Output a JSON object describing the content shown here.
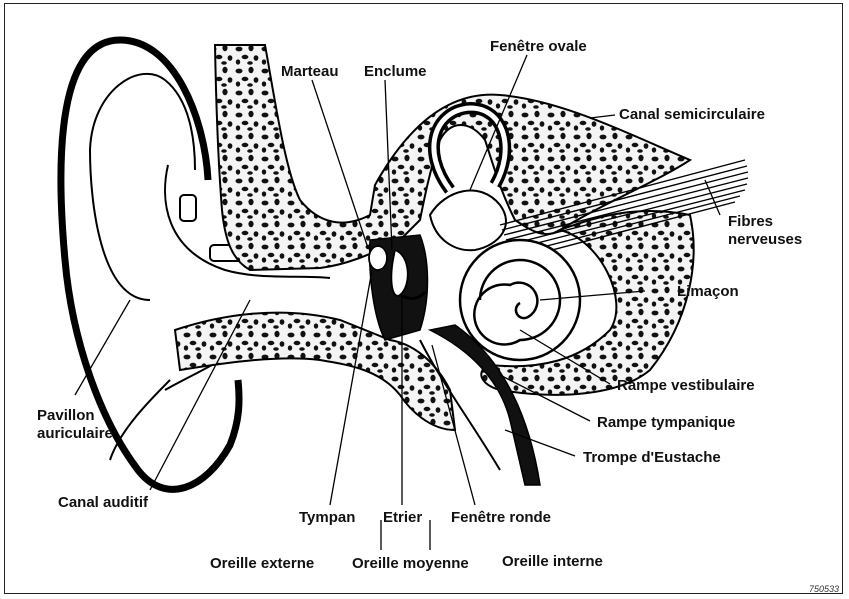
{
  "labels": {
    "fenetre_ovale": "Fenêtre ovale",
    "marteau": "Marteau",
    "enclume": "Enclume",
    "canal_semicirculaire": "Canal semicirculaire",
    "fibres_nerveuses": "Fibres\nnerveuses",
    "limacon": "Limaçon",
    "rampe_vestibulaire": "Rampe vestibulaire",
    "rampe_tympanique": "Rampe tympanique",
    "trompe_eustache": "Trompe d'Eustache",
    "pavillon_auriculaire": "Pavillon\nauriculaire",
    "canal_auditif": "Canal auditif",
    "tympan": "Tympan",
    "etrier": "Etrier",
    "fenetre_ronde": "Fenêtre ronde"
  },
  "sections": {
    "oreille_externe": "Oreille externe",
    "oreille_moyenne": "Oreille moyenne",
    "oreille_interne": "Oreille interne"
  },
  "reference": "750533"
}
